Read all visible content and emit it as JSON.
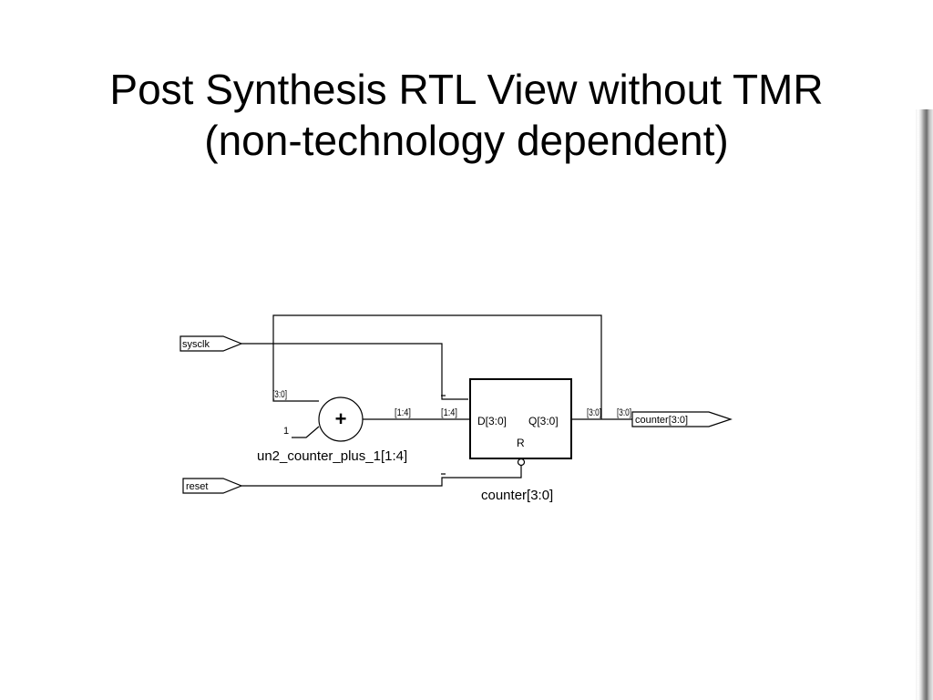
{
  "slide": {
    "title_line1": "Post Synthesis RTL View without TMR",
    "title_line2": "(non-technology dependent)"
  },
  "schematic": {
    "ports": {
      "sysclk": "sysclk",
      "reset": "reset",
      "counter_out": "counter[3:0]"
    },
    "adder": {
      "symbol": "+",
      "instance_name": "un2_counter_plus_1[1:4]",
      "constant_input": "1"
    },
    "register": {
      "d_pin": "D[3:0]",
      "q_pin": "Q[3:0]",
      "r_pin": "R",
      "instance_name": "counter[3:0]"
    },
    "bus_labels": {
      "feedback_in": "[3:0]",
      "adder_out": "[1:4]",
      "reg_d_in": "[1:4]",
      "reg_q_out": "[3:0]",
      "out_port": "[3:0]"
    },
    "colors": {
      "wire": "#000000",
      "background": "#ffffff"
    }
  }
}
